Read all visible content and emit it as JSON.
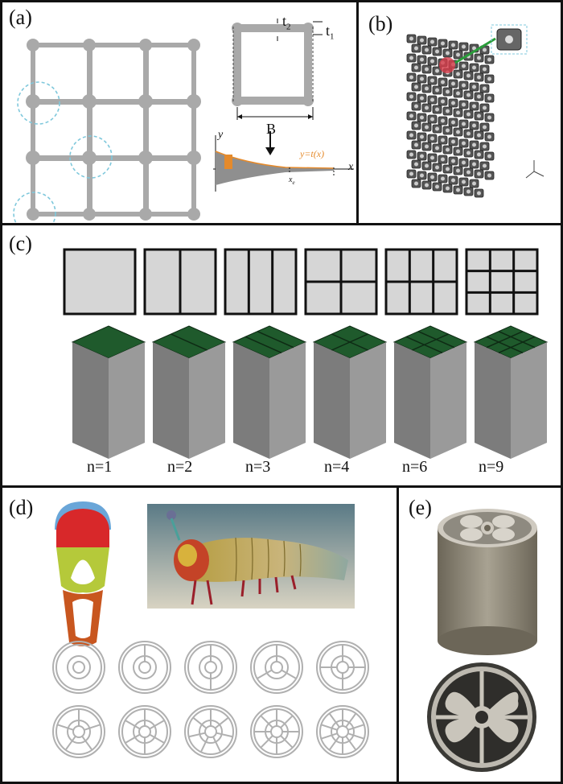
{
  "panels": {
    "a": {
      "label": "(a)",
      "dim_t2": "t",
      "dim_t2_sub": "2",
      "dim_t1": "t",
      "dim_t1_sub": "1",
      "dim_B": "B",
      "axis_y": "y",
      "axis_x": "x",
      "curve_label": "y=t(x)",
      "tick_xe": "x",
      "tick_xe_sub": "e"
    },
    "b": {
      "label": "(b)"
    },
    "c": {
      "label": "(c)",
      "n_labels": [
        "n=1",
        "n=2",
        "n=3",
        "n=4",
        "n=6",
        "n=9"
      ]
    },
    "d": {
      "label": "(d)"
    },
    "e": {
      "label": "(e)"
    }
  },
  "colors": {
    "cell_gray": "#a9a9a9",
    "dashed_circle": "#7fc8dc",
    "column_top": "#1f5a2c",
    "column_side": "#8a8a8a",
    "curve_orange": "#e58a2b",
    "leaf_green": "#2a9d3a"
  }
}
